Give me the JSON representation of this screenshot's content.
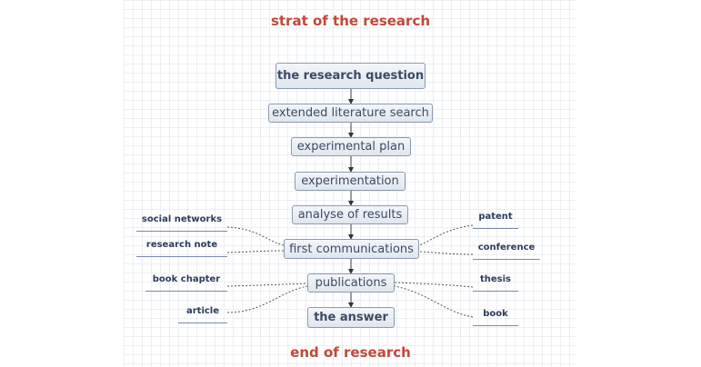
{
  "header": {
    "title": "strat of the research"
  },
  "footer": {
    "title": "end of research"
  },
  "steps": [
    "the research question",
    "extended literature search",
    "experimental plan",
    "experimentation",
    "analyse of results",
    "first communications",
    "publications",
    "the answer"
  ],
  "communications_left": [
    "social networks",
    "research note"
  ],
  "communications_right": [
    "patent",
    "conference"
  ],
  "publications_left": [
    "book chapter",
    "article"
  ],
  "publications_right": [
    "thesis",
    "book"
  ],
  "colors": {
    "heading": "#c4473a",
    "node_text": "#3d4a63",
    "node_border": "#8a9bb0",
    "connector": "#444444"
  }
}
